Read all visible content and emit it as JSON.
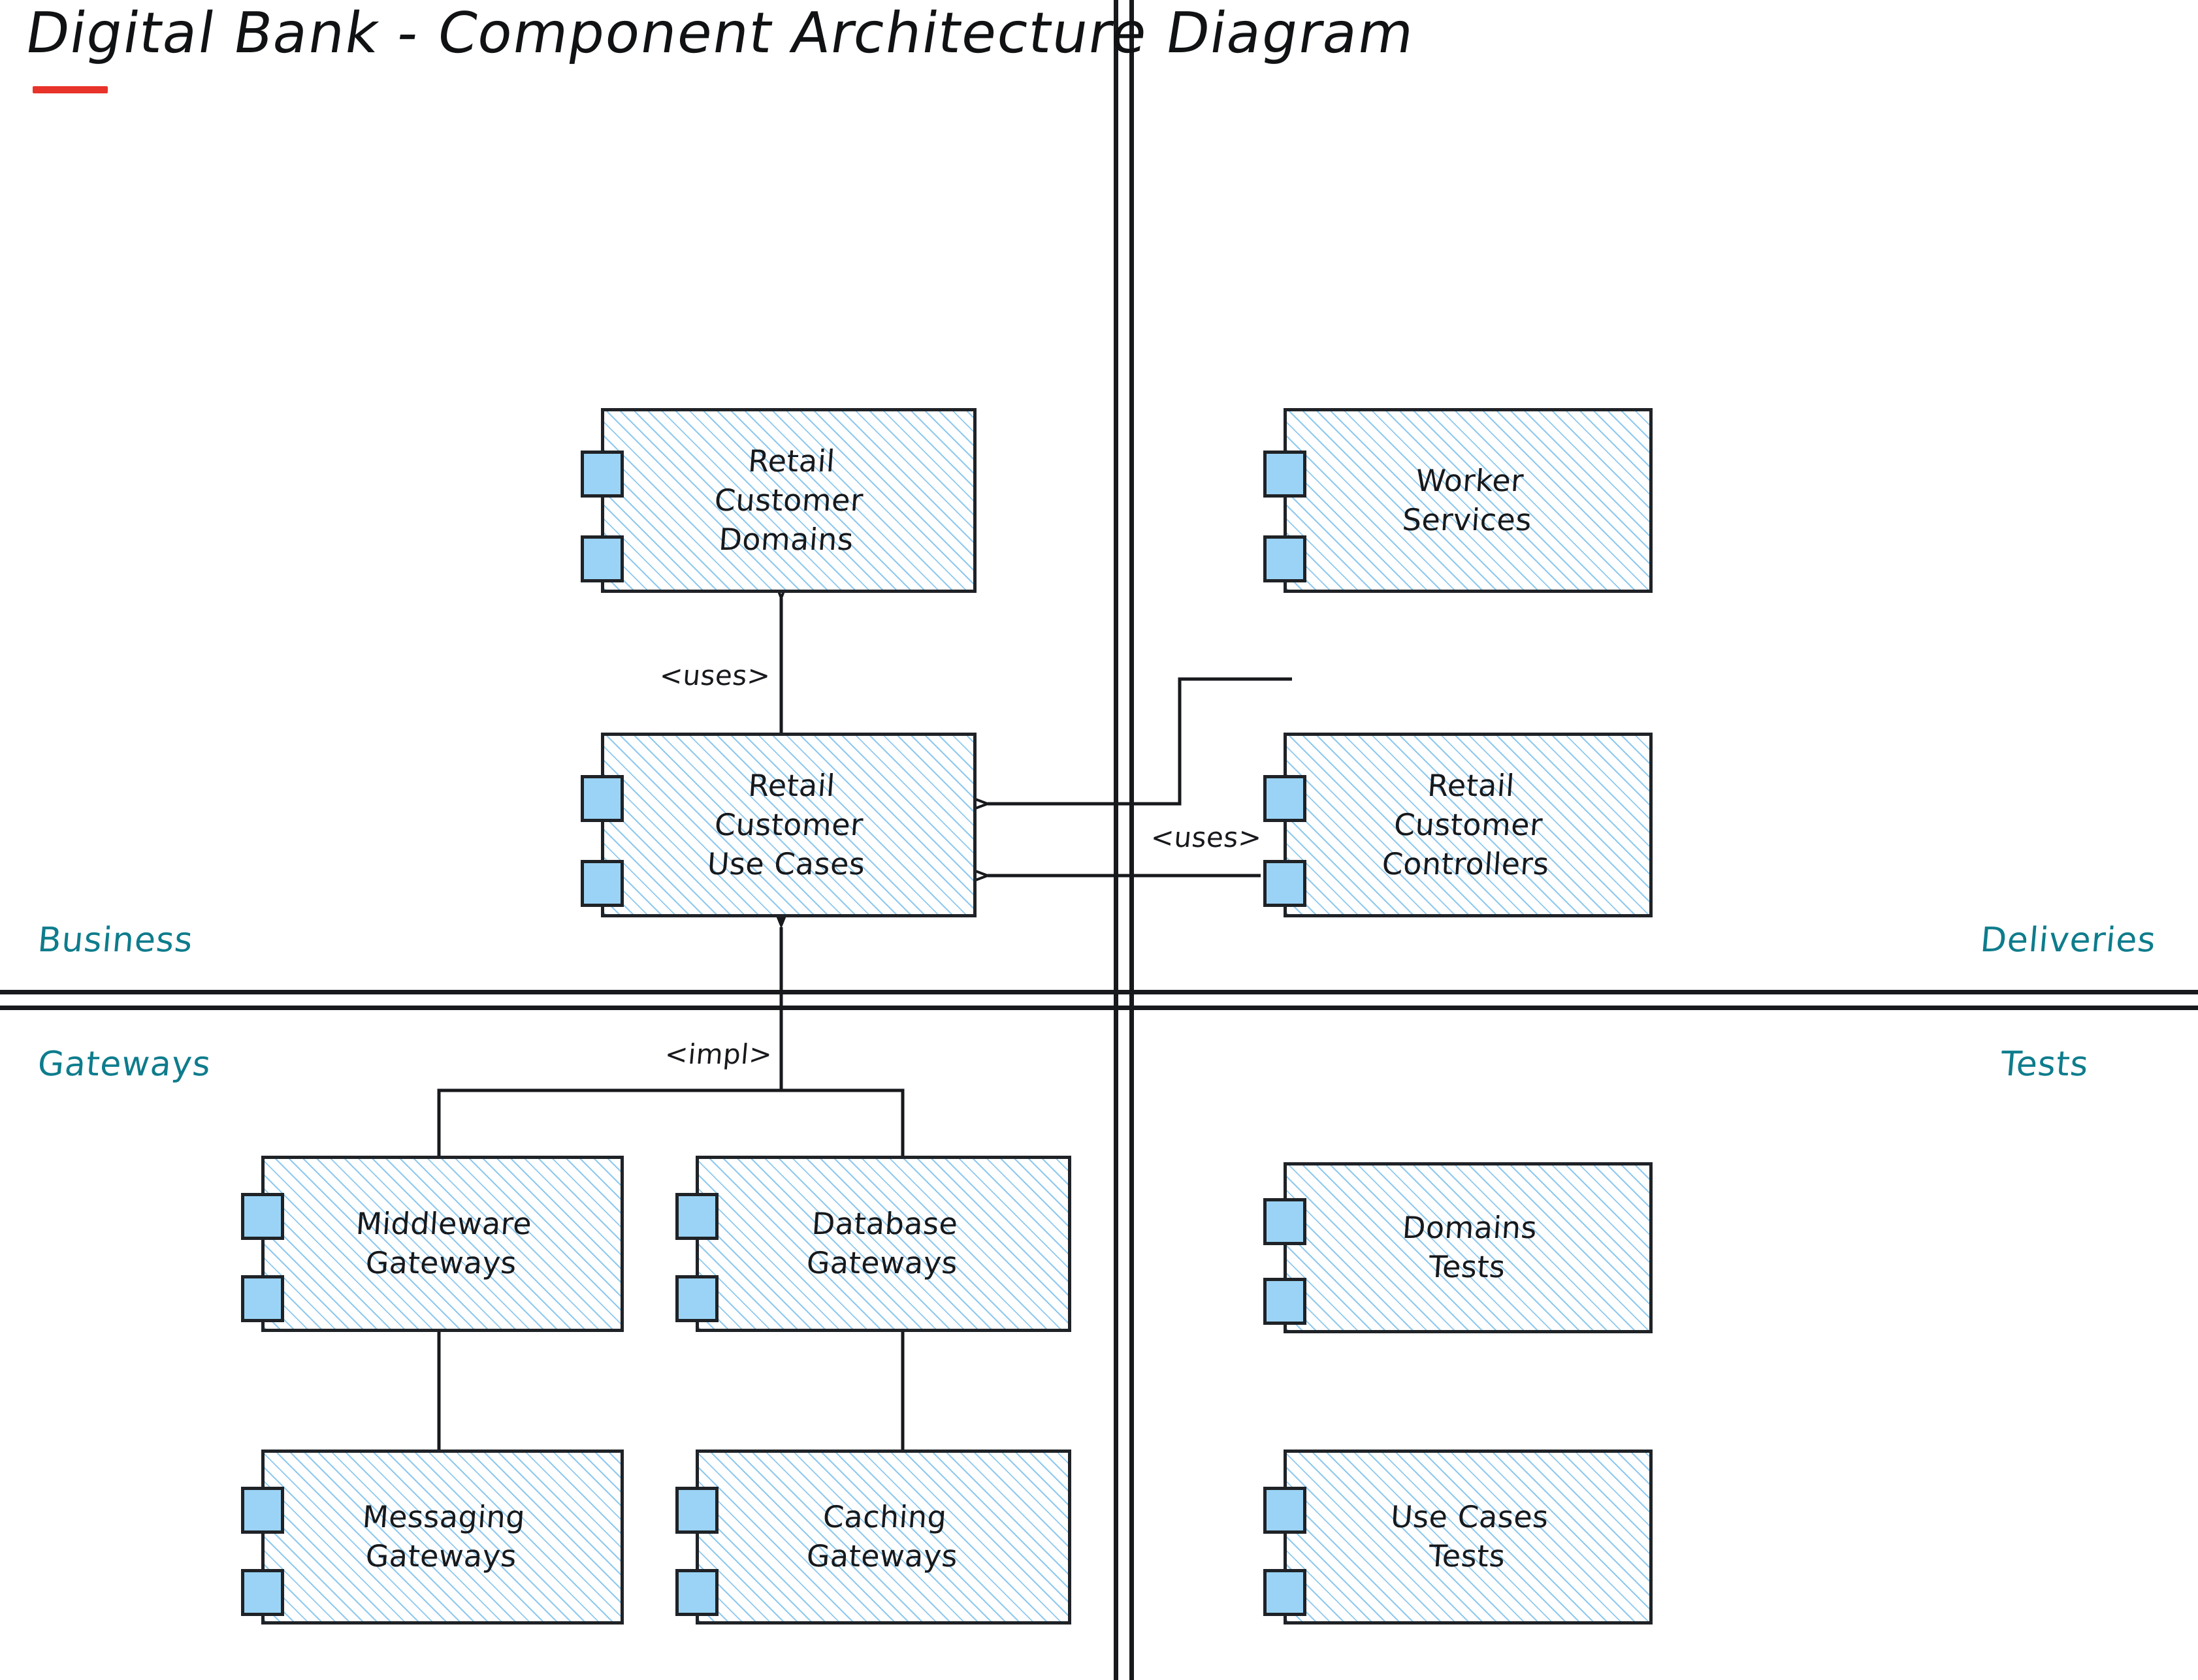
{
  "title": {
    "text": "Digital Bank - Component Architecture Diagram",
    "underline_color": "#e8332a"
  },
  "theme": {
    "component_fill": "#ffffff",
    "component_hatch": "#8ec9ef",
    "component_border": "#1f2226",
    "port_fill": "#9ad3f5",
    "quadrant_label_color": "#0e7c8c",
    "line_color": "#17191c"
  },
  "quadrants": [
    {
      "id": "business",
      "label": "Business",
      "position": "top-left"
    },
    {
      "id": "deliveries",
      "label": "Deliveries",
      "position": "top-right"
    },
    {
      "id": "gateways",
      "label": "Gateways",
      "position": "bottom-left"
    },
    {
      "id": "tests",
      "label": "Tests",
      "position": "bottom-right"
    }
  ],
  "components": [
    {
      "id": "retail-customer-domains",
      "label": "Retail\nCustomer\nDomains",
      "quadrant": "business",
      "ports": 2
    },
    {
      "id": "worker-services",
      "label": "Worker\nServices",
      "quadrant": "deliveries",
      "ports": 2
    },
    {
      "id": "retail-customer-use-cases",
      "label": "Retail\nCustomer\nUse Cases",
      "quadrant": "business",
      "ports": 2
    },
    {
      "id": "retail-customer-controllers",
      "label": "Retail\nCustomer\nControllers",
      "quadrant": "deliveries",
      "ports": 2
    },
    {
      "id": "middleware-gateways",
      "label": "Middleware\nGateways",
      "quadrant": "gateways",
      "ports": 2
    },
    {
      "id": "database-gateways",
      "label": "Database\nGateways",
      "quadrant": "gateways",
      "ports": 2
    },
    {
      "id": "domains-tests",
      "label": "Domains\nTests",
      "quadrant": "tests",
      "ports": 2
    },
    {
      "id": "messaging-gateways",
      "label": "Messaging\nGateways",
      "quadrant": "gateways",
      "ports": 2
    },
    {
      "id": "caching-gateways",
      "label": "Caching\nGateways",
      "quadrant": "gateways",
      "ports": 2
    },
    {
      "id": "use-cases-tests",
      "label": "Use Cases\nTests",
      "quadrant": "tests",
      "ports": 2
    }
  ],
  "relations": [
    {
      "id": "uses-domains",
      "label": "<uses>",
      "from": "retail-customer-use-cases",
      "to": "retail-customer-domains",
      "arrow": "open"
    },
    {
      "id": "uses-worker",
      "label": "",
      "from": "worker-services",
      "to": "retail-customer-use-cases",
      "arrow": "open"
    },
    {
      "id": "uses-controllers",
      "label": "<uses>",
      "from": "retail-customer-controllers",
      "to": "retail-customer-use-cases",
      "arrow": "open"
    },
    {
      "id": "impl-gateways",
      "label": "<impl>",
      "from": "middleware-gateways,database-gateways",
      "to": "retail-customer-use-cases",
      "arrow": "filled"
    },
    {
      "id": "link-mw-messaging",
      "label": "",
      "from": "middleware-gateways",
      "to": "messaging-gateways",
      "arrow": "none"
    },
    {
      "id": "link-db-caching",
      "label": "",
      "from": "database-gateways",
      "to": "caching-gateways",
      "arrow": "none"
    }
  ],
  "edge_labels": {
    "uses_domains": "<uses>",
    "uses_controllers": "<uses>",
    "impl_gateways": "<impl>"
  }
}
